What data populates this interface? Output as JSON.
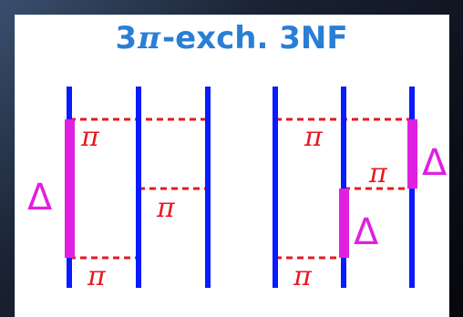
{
  "title": {
    "prefix": "3",
    "pi": "π",
    "suffix": "-exch. 3NF"
  },
  "diagrams": [
    {
      "nucleon_lines": 3,
      "labels": {
        "pi_top": "π",
        "pi_middle": "π",
        "pi_bottom": "π",
        "delta": "Δ"
      }
    },
    {
      "nucleon_lines": 3,
      "labels": {
        "pi_top": "π",
        "pi_middle": "π",
        "pi_bottom": "π",
        "delta_right": "Δ",
        "delta_middle": "Δ"
      }
    }
  ],
  "colors": {
    "nucleon_line": "#0a1aff",
    "pion_line": "#e6191f",
    "delta_bar": "#e020e0",
    "pi_label": "#e6191f",
    "delta_label": "#e020e0",
    "title": "#2a7fd4"
  }
}
